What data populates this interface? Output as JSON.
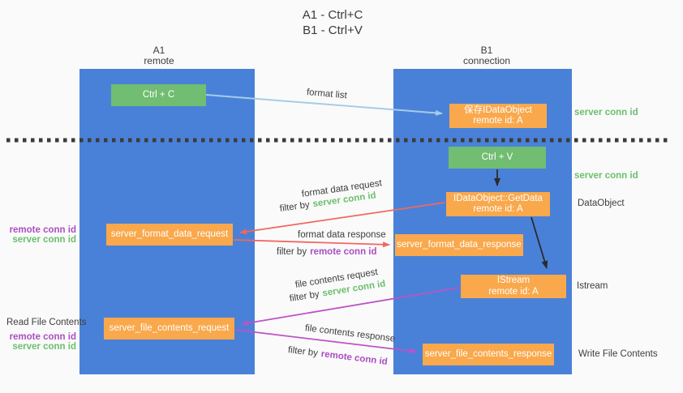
{
  "colors": {
    "bg": "#fafafa",
    "column-blue": "#4a81d8",
    "box-green": "#71bd72",
    "box-orange": "#f9a84c",
    "arrow-blue": "#a5cce9",
    "arrow-red": "#f0685e",
    "arrow-magenta": "#bd53c6",
    "arrow-black": "#2b2b2b",
    "text-green": "#6abf6c",
    "text-purple": "#ab4ec2",
    "text-dark": "#3d3d3d"
  },
  "title": {
    "line1": "A1 - Ctrl+C",
    "line2": "B1 - Ctrl+V"
  },
  "lanes": {
    "a": {
      "name": "A1",
      "subtitle": "remote"
    },
    "b": {
      "name": "B1",
      "subtitle": "connection"
    }
  },
  "nodes": {
    "ctrl_c": {
      "label": "Ctrl + C"
    },
    "save_idataobject": {
      "line1": "保存IDataObject",
      "line2": "remote id: A"
    },
    "ctrl_v": {
      "label": "Ctrl + V"
    },
    "getdata": {
      "line1": "IDataObject::GetData",
      "line2": "remote id: A"
    },
    "format_request": {
      "label": "server_format_data_request"
    },
    "format_response": {
      "label": "server_format_data_response"
    },
    "istream": {
      "line1": "IStream",
      "line2": "remote id: A"
    },
    "file_request": {
      "label": "server_file_contents_request"
    },
    "file_response": {
      "label": "server_file_contents_response"
    }
  },
  "annotations": {
    "server_conn_id_top": "server conn id",
    "server_conn_id_mid": "server conn id",
    "dataobject": "DataObject",
    "istream": "Istream",
    "write_file_contents": "Write File Contents",
    "read_file_contents": "Read File Contents",
    "left_remote_conn_id": "remote conn id",
    "left_server_conn_id": "server conn id",
    "read_remote_conn_id": "remote conn id",
    "read_server_conn_id": "server conn id"
  },
  "arrow_labels": {
    "format_list": "format list",
    "format_data_request": "format data request",
    "format_data_response": "format data response",
    "file_contents_request": "file contents request",
    "file_contents_response": "file contents response",
    "filter_by": "filter by",
    "filter_server_conn_id": "server conn id",
    "filter_remote_conn_id": "remote conn id"
  }
}
